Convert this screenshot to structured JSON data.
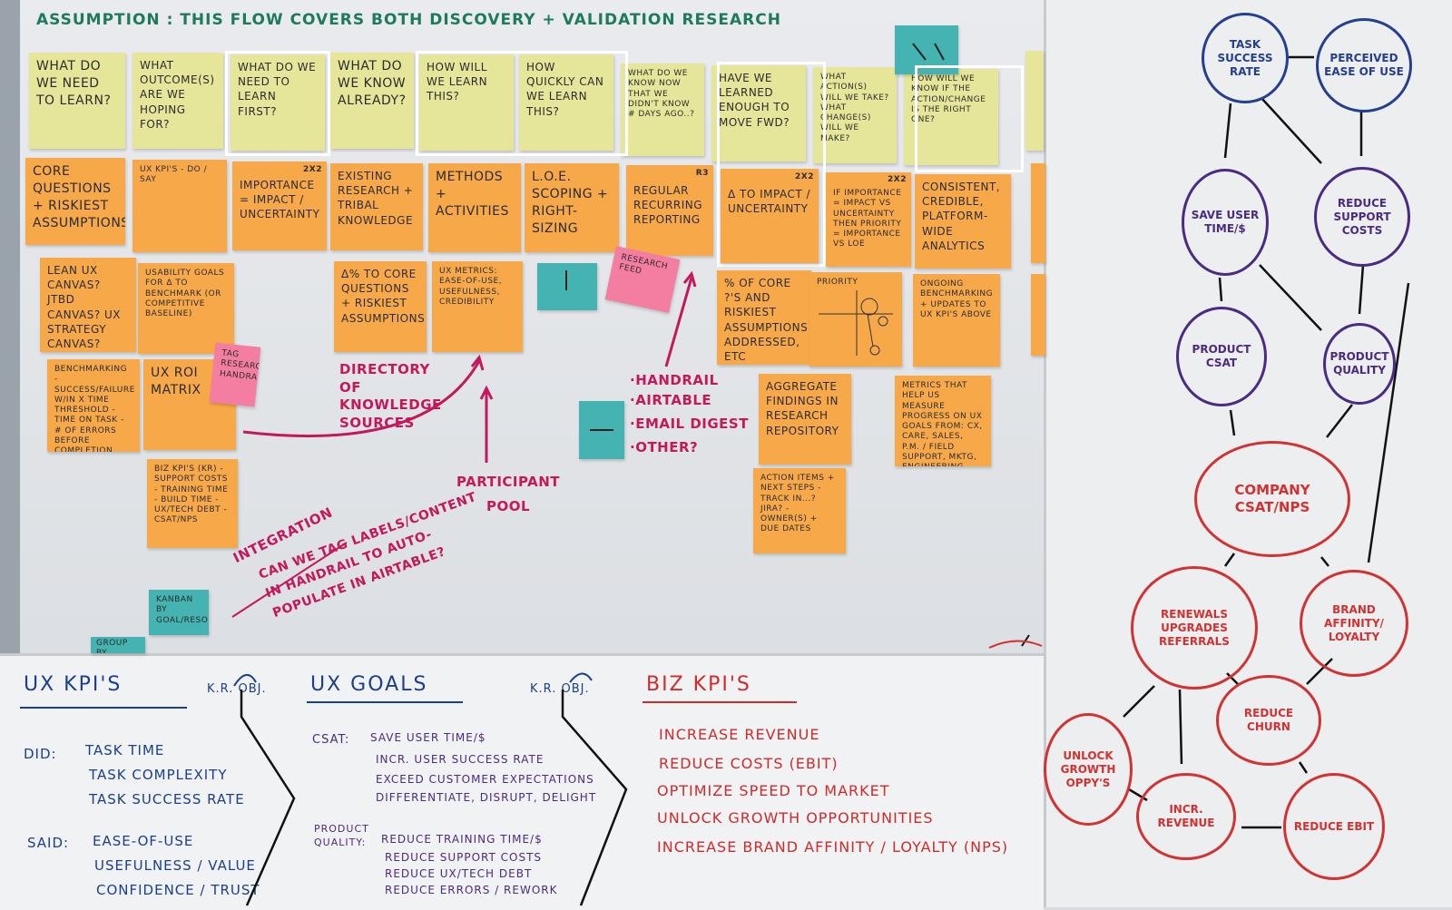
{
  "assumption": "ASSUMPTION : THIS FLOW COVERS BOTH DISCOVERY + VALIDATION RESEARCH",
  "questions": [
    "WHAT DO WE NEED TO LEARN?",
    "WHAT OUTCOME(S) ARE WE HOPING FOR?",
    "WHAT DO WE NEED TO LEARN FIRST?",
    "WHAT DO WE KNOW ALREADY?",
    "HOW WILL WE LEARN THIS?",
    "HOW QUICKLY CAN WE LEARN THIS?",
    "WHAT DO WE KNOW NOW THAT WE DIDN'T KNOW # DAYS AGO..?",
    "HAVE WE LEARNED ENOUGH TO MOVE FWD?",
    "WHAT ACTION(S) WILL WE TAKE? WHAT CHANGE(S) WILL WE MAKE?",
    "HOW WILL WE KNOW IF THE ACTION/CHANGE IS THE RIGHT ONE?"
  ],
  "orange_notes": {
    "core_questions": "CORE QUESTIONS + RISKIEST ASSUMPTIONS",
    "ux_kpis": "UX KPI'S - DO / SAY",
    "importance": "IMPORTANCE = IMPACT / UNCERTAINTY",
    "importance_corner": "2x2",
    "existing_research": "EXISTING RESEARCH + TRIBAL KNOWLEDGE",
    "methods": "METHODS + ACTIVITIES",
    "loe": "L.O.E. SCOPING + RIGHT-SIZING",
    "regular": "REGULAR RECURRING REPORTING",
    "regular_corner": "R3",
    "delta": "Δ TO IMPACT / UNCERTAINTY",
    "delta_corner": "2x2",
    "importance_matrix": "IF IMPORTANCE = IMPACT VS UNCERTAINTY THEN PRIORITY = IMPORTANCE VS LOE",
    "importance_matrix_corner": "2x2",
    "consistent": "CONSISTENT, CREDIBLE, PLATFORM-WIDE ANALYTICS",
    "lean_ux": "LEAN UX CANVAS? JTBD CANVAS? UX STRATEGY CANVAS?",
    "usability_goals": "USABILITY GOALS FOR Δ TO BENCHMARK (OR COMPETITIVE BASELINE)",
    "delta_core": "Δ% TO CORE QUESTIONS + RISKIEST ASSUMPTIONS",
    "ux_metrics": "UX METRICS: EASE-OF-USE, USEFULNESS, CREDIBILITY",
    "pct_core": "% OF CORE ?'S AND RISKIEST ASSUMPTIONS ADDRESSED, ETC",
    "priority": "PRIORITY",
    "ongoing": "ONGOING BENCHMARKING + UPDATES TO UX KPI'S ABOVE",
    "benchmarking": "BENCHMARKING - SUCCESS/FAILURE W/IN X TIME THRESHOLD - TIME ON TASK - # OF ERRORS BEFORE COMPLETION",
    "ux_roi": "UX ROI MATRIX",
    "aggregate": "AGGREGATE FINDINGS IN RESEARCH REPOSITORY",
    "metrics_that_help": "METRICS THAT HELP US MEASURE PROGRESS ON UX GOALS FROM: CX, CARE, SALES, P.M. / FIELD SUPPORT, MKTG, ENGINEERING",
    "biz_kpis_note": "BIZ KPI'S (KR) - SUPPORT COSTS - TRAINING TIME - BUILD TIME - UX/TECH DEBT - CSAT/NPS",
    "action_items": "ACTION ITEMS + NEXT STEPS - TRACK IN...? JIRA? - OWNER(S) + DUE DATES"
  },
  "pink_notes": {
    "tag": "TAG RESEARCH HANDRAIL",
    "handrail": "RESEARCH FEED"
  },
  "teal_notes": {
    "kanban": "KANBAN BY GOAL/RESOURCE",
    "group": "GROUP BY"
  },
  "whiteboard_notes": {
    "directory": "DIRECTORY OF KNOWLEDGE SOURCES",
    "participant": "PARTICIPANT POOL",
    "handrail_list": [
      "·HANDRAIL",
      "·AIRTABLE",
      "·EMAIL DIGEST",
      "·OTHER?"
    ],
    "integration": "INTEGRATION",
    "integration_q": "CAN WE TAG LABELS/CONTENT IN HANDRAIL TO AUTO-POPULATE IN AIRTABLE?"
  },
  "bottom": {
    "ux_kpis_header": "UX KPI'S",
    "kr_obj_1": "K.R. OBJ.",
    "ux_goals_header": "UX GOALS",
    "kr_obj_2": "K.R. OBJ.",
    "biz_kpis_header": "BIZ KPI'S",
    "did_label": "DID:",
    "did_items": [
      "TASK TIME",
      "TASK COMPLEXITY",
      "TASK SUCCESS RATE"
    ],
    "said_label": "SAID:",
    "said_items": [
      "EASE-OF-USE",
      "USEFULNESS / VALUE",
      "CONFIDENCE / TRUST"
    ],
    "csat_label": "CSAT:",
    "csat_items": [
      "SAVE USER TIME/$",
      "INCR. USER SUCCESS RATE",
      "EXCEED CUSTOMER EXPECTATIONS",
      "DIFFERENTIATE, DISRUPT, DELIGHT"
    ],
    "pq_label": "PRODUCT QUALITY:",
    "pq_items": [
      "REDUCE TRAINING TIME/$",
      "REDUCE SUPPORT COSTS",
      "REDUCE UX/TECH DEBT",
      "REDUCE ERRORS / REWORK"
    ],
    "biz_items": [
      "INCREASE REVENUE",
      "REDUCE COSTS (EBIT)",
      "OPTIMIZE SPEED TO MARKET",
      "UNLOCK GROWTH OPPORTUNITIES",
      "INCREASE BRAND AFFINITY / LOYALTY (NPS)"
    ]
  },
  "flow": {
    "task_success": "TASK SUCCESS RATE",
    "perceived_ease": "PERCEIVED EASE OF USE",
    "save_user": "SAVE USER TIME/$",
    "reduce_support": "REDUCE SUPPORT COSTS",
    "product_csat": "PRODUCT CSAT",
    "product_quality": "PRODUCT QUALITY",
    "company_csat": "COMPANY CSAT/NPS",
    "renewals": "RENEWALS UPGRADES REFERRALS",
    "brand": "BRAND AFFINITY/ LOYALTY",
    "reduce_churn": "REDUCE CHURN",
    "unlock_growth": "UNLOCK GROWTH OPPY'S",
    "incr_revenue": "INCR. REVENUE",
    "reduce_ebit": "REDUCE EBIT"
  },
  "colors": {
    "yellow": "#e6e69a",
    "orange": "#f7a94a",
    "pink": "#f47ea1",
    "teal": "#45b3b1",
    "marker_magenta": "#c4185d",
    "marker_blue": "#1a3f8f",
    "marker_purple": "#4c2a82",
    "marker_red": "#cf2b2b"
  }
}
